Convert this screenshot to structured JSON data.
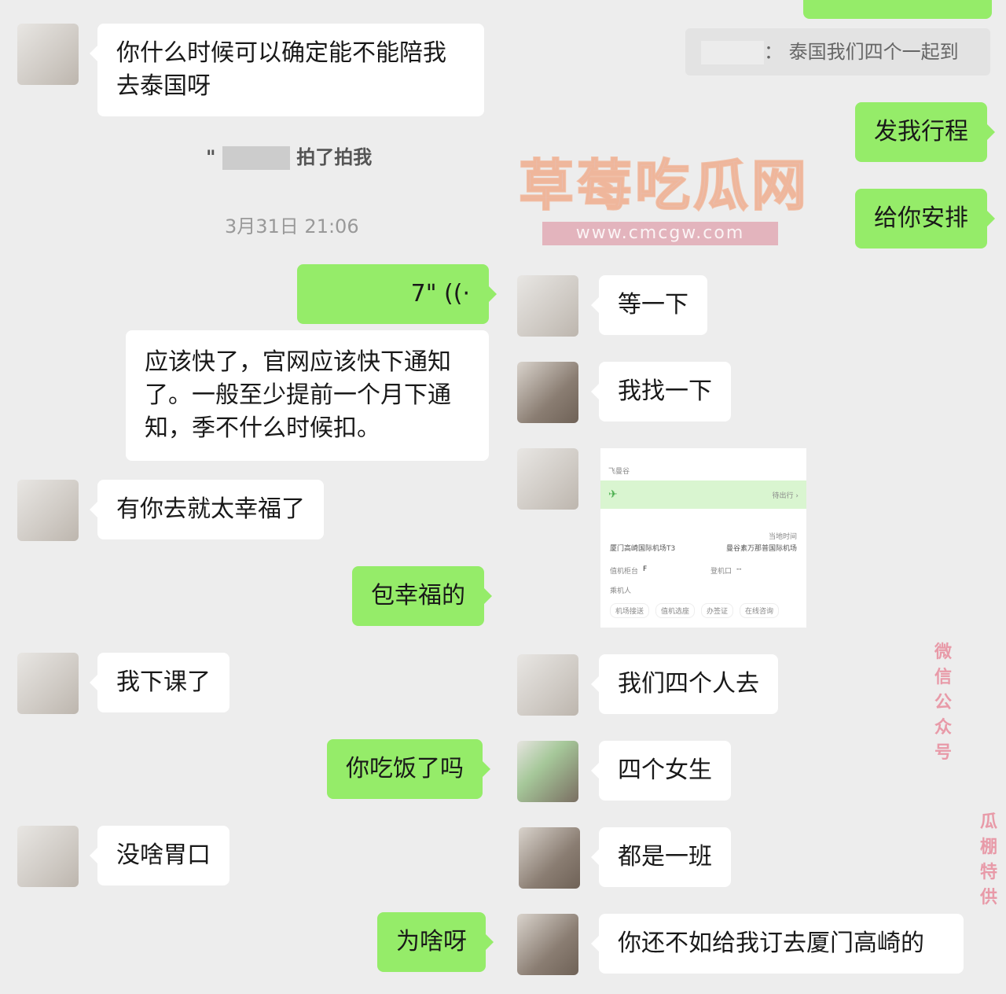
{
  "left_chat": {
    "messages": [
      {
        "side": "in",
        "text": "你什么时候可以确定能不能陪我去泰国呀"
      },
      {
        "side": "system",
        "text": "拍了拍我"
      },
      {
        "side": "time",
        "text": "3月31日 21:06"
      },
      {
        "side": "out",
        "type": "voice",
        "duration": "7\""
      },
      {
        "side": "in",
        "text": "应该快了，官网应该快下通知了。一般至少提前一个月下通知，季不什么时候扣。"
      },
      {
        "side": "in",
        "text": "有你去就太幸福了"
      },
      {
        "side": "out",
        "text": "包幸福的"
      },
      {
        "side": "in",
        "text": "我下课了"
      },
      {
        "side": "out",
        "text": "你吃饭了吗"
      },
      {
        "side": "in",
        "text": "没啥胃口"
      },
      {
        "side": "out",
        "text": "为啥呀"
      }
    ]
  },
  "right_chat": {
    "quote": "泰国我们四个一起到",
    "messages": [
      {
        "side": "out",
        "text": "发我行程"
      },
      {
        "side": "out",
        "text": "给你安排"
      },
      {
        "side": "in",
        "text": "等一下"
      },
      {
        "side": "in",
        "text": "我找一下"
      },
      {
        "side": "in",
        "type": "image"
      },
      {
        "side": "in",
        "text": "我们四个人去"
      },
      {
        "side": "in",
        "text": "四个女生"
      },
      {
        "side": "in",
        "text": "都是一班"
      },
      {
        "side": "in",
        "text": "你还不如给我订去厦门高崎的"
      }
    ],
    "flight_card": {
      "header": "飞曼谷",
      "status": "待出行 ›",
      "from": "厦门高崎国际机场T3",
      "to_label": "当地时间",
      "to": "曼谷素万那普国际机场",
      "checkin_label": "值机柜台",
      "checkin_value": "F",
      "gate_label": "登机口",
      "gate_value": "--",
      "passenger_label": "乘机人",
      "actions": [
        "机场接送",
        "值机选座",
        "办签证",
        "在线咨询"
      ]
    }
  },
  "watermarks": {
    "main": "草莓吃瓜网",
    "url": "www.cmcgw.com",
    "vertical_top": "微信公众号",
    "vertical_bottom": "瓜棚特供"
  },
  "colors": {
    "sent": "#95ec69",
    "received": "#ffffff",
    "background": "#ededed"
  }
}
